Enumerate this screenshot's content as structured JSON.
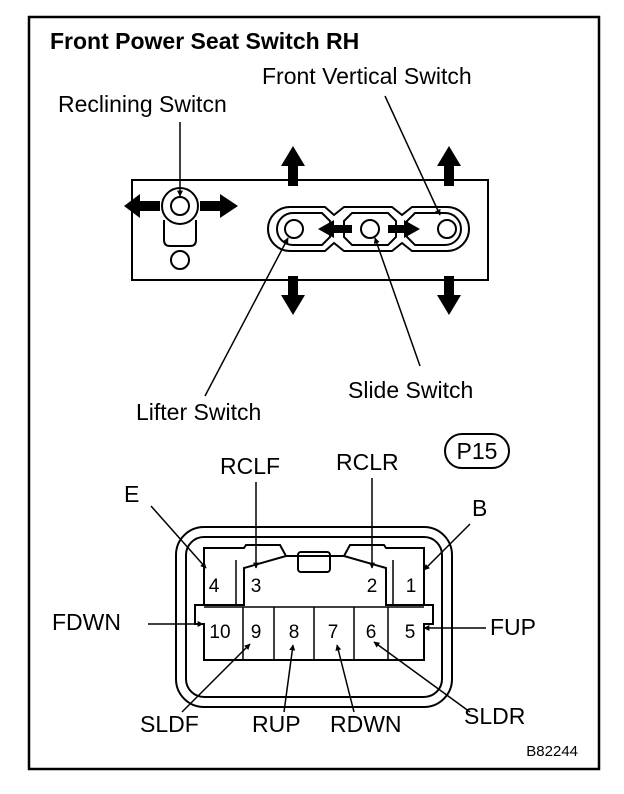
{
  "title": "Front Power Seat Switch RH",
  "labels": {
    "front_vertical": "Front Vertical Switch",
    "reclining": "Reclining Switcn",
    "lifter": "Lifter Switch",
    "slide": "Slide Switch"
  },
  "connector": {
    "id": "P15",
    "pins": {
      "p1": "1",
      "p2": "2",
      "p3": "3",
      "p4": "4",
      "p5": "5",
      "p6": "6",
      "p7": "7",
      "p8": "8",
      "p9": "9",
      "p10": "10"
    },
    "terminals": {
      "e": "E",
      "rclf": "RCLF",
      "rclr": "RCLR",
      "b": "B",
      "fdwn": "FDWN",
      "fup": "FUP",
      "sldf": "SLDF",
      "rup": "RUP",
      "rdwn": "RDWN",
      "sldr": "SLDR"
    }
  },
  "figure_code": "B82244"
}
